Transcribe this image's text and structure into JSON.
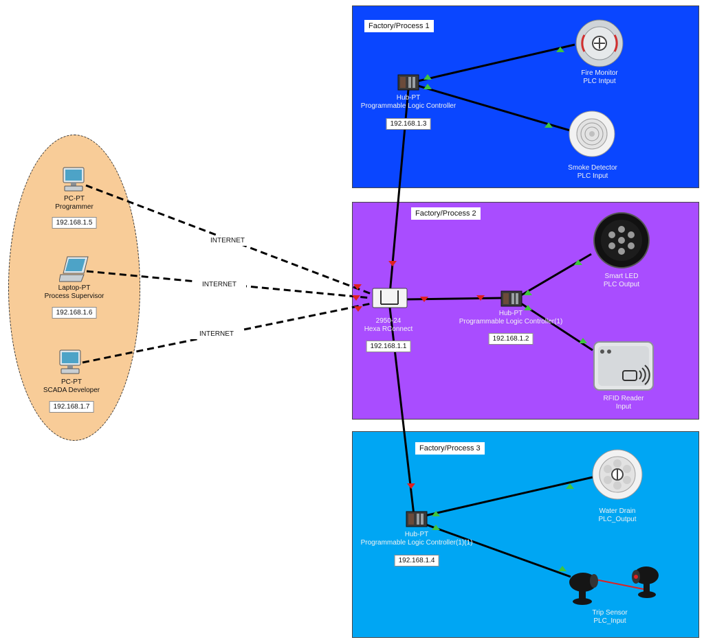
{
  "zones": [
    {
      "title": "Factory/Process 1",
      "color": "#0a46ff"
    },
    {
      "title": "Factory/Process 2",
      "color": "#a94dff"
    },
    {
      "title": "Factory/Process 3",
      "color": "#00a6f3"
    }
  ],
  "lan_color": "#f8cc98",
  "clients": [
    {
      "type": "PC-PT",
      "role": "Programmer",
      "ip": "192.168.1.5",
      "icon": "desktop-pc-icon"
    },
    {
      "type": "Laptop-PT",
      "role": "Process Supervisor",
      "ip": "192.168.1.6",
      "icon": "laptop-icon"
    },
    {
      "type": "PC-PT",
      "role": "SCADA Developer",
      "ip": "192.168.1.7",
      "icon": "desktop-pc-icon"
    }
  ],
  "internet_label": "INTERNET",
  "switch": {
    "model": "2950-24",
    "name": "Hexa RConnect",
    "ip": "192.168.1.1",
    "icon": "switch-icon"
  },
  "hubs": [
    {
      "type": "Hub-PT",
      "name": "Programmable Logic Controller",
      "ip": "192.168.1.3",
      "icon": "hub-icon"
    },
    {
      "type": "Hub-PT",
      "name": "Programmable Logic Controller(1)",
      "ip": "192.168.1.2",
      "icon": "hub-icon"
    },
    {
      "type": "Hub-PT",
      "name": "Programmable Logic Controller(1)(1)",
      "ip": "192.168.1.4",
      "icon": "hub-icon"
    }
  ],
  "devices": [
    {
      "name": "Fire Monitor",
      "role": "PLC Intput",
      "icon": "fire-monitor-icon"
    },
    {
      "name": "Smoke Detector",
      "role": "PLC Input",
      "icon": "smoke-detector-icon"
    },
    {
      "name": "Smart LED",
      "role": "PLC Output",
      "icon": "smart-led-icon"
    },
    {
      "name": "RFID Reader",
      "role": "Input",
      "icon": "rfid-reader-icon"
    },
    {
      "name": "Water Drain",
      "role": "PLC_Output",
      "icon": "water-drain-icon"
    },
    {
      "name": "Trip Sensor",
      "role": "PLC_Input",
      "icon": "trip-sensor-icon"
    }
  ],
  "link_colors": {
    "up": "#3fc43f",
    "down": "#e02020",
    "cable": "#000000"
  }
}
